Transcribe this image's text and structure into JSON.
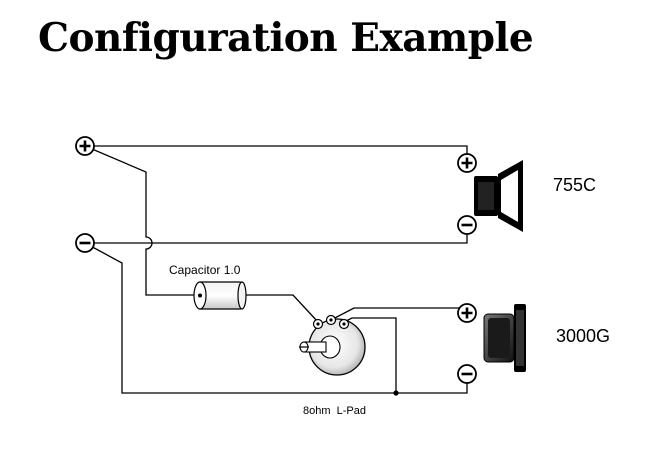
{
  "title": "Configuration Example",
  "labels": {
    "speaker_top": "755C",
    "speaker_bottom": "3000G",
    "capacitor": "Capacitor 1.0",
    "lpad": "8ohm  L-Pad"
  },
  "icons": {
    "plus": "plus-terminal-icon",
    "minus": "minus-terminal-icon",
    "horn_driver": "horn-speaker-icon",
    "tweeter": "tweeter-speaker-icon",
    "capacitor": "capacitor-icon",
    "lpad": "potentiometer-icon"
  },
  "colors": {
    "ink": "#000000",
    "background": "#ffffff"
  }
}
